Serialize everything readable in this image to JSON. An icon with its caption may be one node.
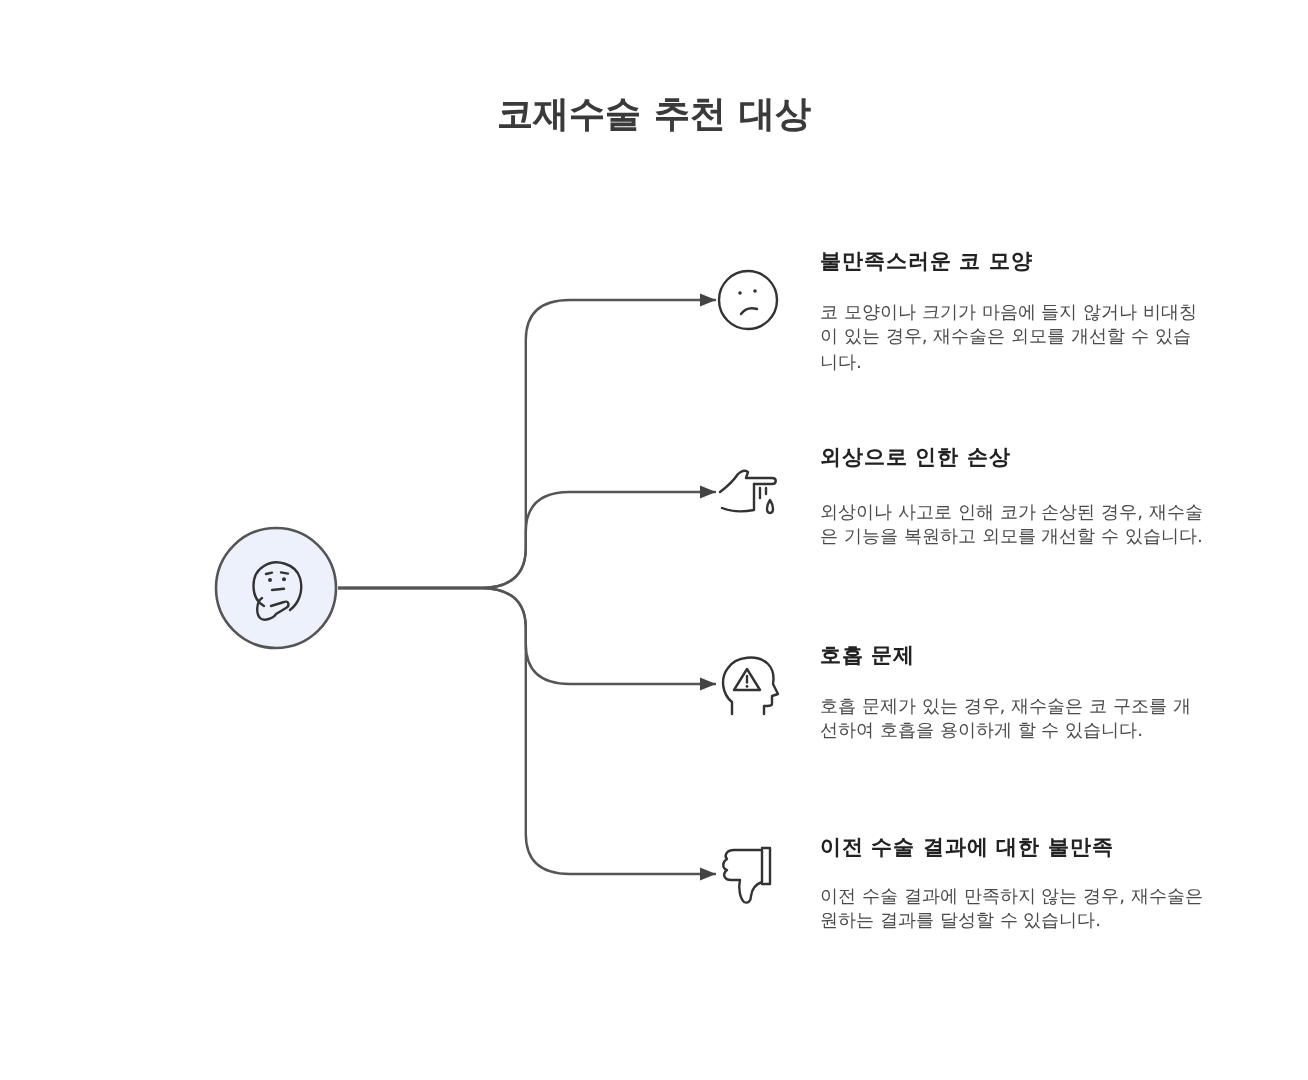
{
  "diagram": {
    "title": "코재수술 추천 대상",
    "nodes": [
      {
        "text": [],
        "shape": "circle"
      },
      {
        "text": [],
        "shape": "picture",
        "beside": [
          "불만족스러운 코 모양",
          "코 모양이나 크기가 마음에 들지 않거나 비대칭이 있는 경우, 재수술은 외모를 개선할 수 있습니다."
        ]
      },
      {
        "text": [],
        "shape": "picture",
        "beside": [
          "외상으로 인한 손상",
          "외상이나 사고로 인해 코가 손상된 경우, 재수술은 기능을 복원하고 외모를 개선할 수 있습니다."
        ]
      },
      {
        "text": [],
        "shape": "picture",
        "beside": [
          "호흡 문제",
          "호흡 문제가 있는 경우, 재수술은 코 구조를 개선하여 호흡을 용이하게 할 수 있습니다."
        ]
      },
      {
        "text": [],
        "shape": "picture",
        "beside": [
          "이전 수술 결과에 대한 불만족",
          "이전 수술 결과에 만족하지 않는 경우, 재수술은 원하는 결과를 달성할 수 있습니다."
        ]
      }
    ],
    "edges": [
      {
        "from": 0,
        "to": 1,
        "arrow": "to"
      },
      {
        "from": 0,
        "to": 2,
        "arrow": "to"
      },
      {
        "from": 0,
        "to": 3,
        "arrow": "to"
      },
      {
        "from": 0,
        "to": 4,
        "arrow": "to"
      }
    ]
  }
}
